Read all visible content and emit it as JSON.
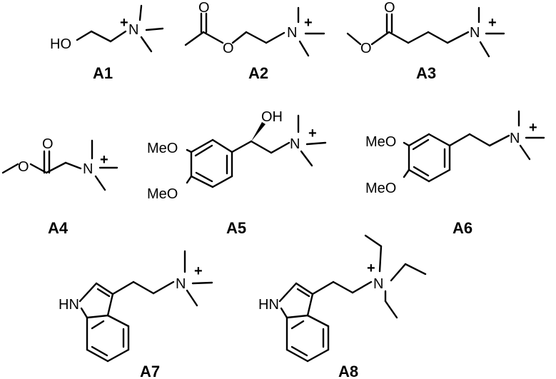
{
  "compounds": [
    {
      "id": "A1",
      "label": "A1",
      "atoms": {
        "ho": "HO",
        "n": "N",
        "plus": "+"
      }
    },
    {
      "id": "A2",
      "label": "A2",
      "atoms": {
        "o_carbonyl": "O",
        "o_ester": "O",
        "n": "N",
        "plus": "+"
      }
    },
    {
      "id": "A3",
      "label": "A3",
      "atoms": {
        "o_carbonyl": "O",
        "o_ester": "O",
        "n": "N",
        "plus": "+"
      }
    },
    {
      "id": "A4",
      "label": "A4",
      "atoms": {
        "o_carbonyl": "O",
        "o_ester": "O",
        "n": "N",
        "plus": "+"
      }
    },
    {
      "id": "A5",
      "label": "A5",
      "atoms": {
        "oh": "OH",
        "meo_top": "MeO",
        "meo_bottom": "MeO",
        "n": "N",
        "plus": "+"
      }
    },
    {
      "id": "A6",
      "label": "A6",
      "atoms": {
        "meo_top": "MeO",
        "meo_bottom": "MeO",
        "n": "N",
        "plus": "+"
      }
    },
    {
      "id": "A7",
      "label": "A7",
      "atoms": {
        "hn": "HN",
        "n": "N",
        "plus": "+"
      }
    },
    {
      "id": "A8",
      "label": "A8",
      "atoms": {
        "hn": "HN",
        "n": "N",
        "plus": "+"
      }
    }
  ]
}
